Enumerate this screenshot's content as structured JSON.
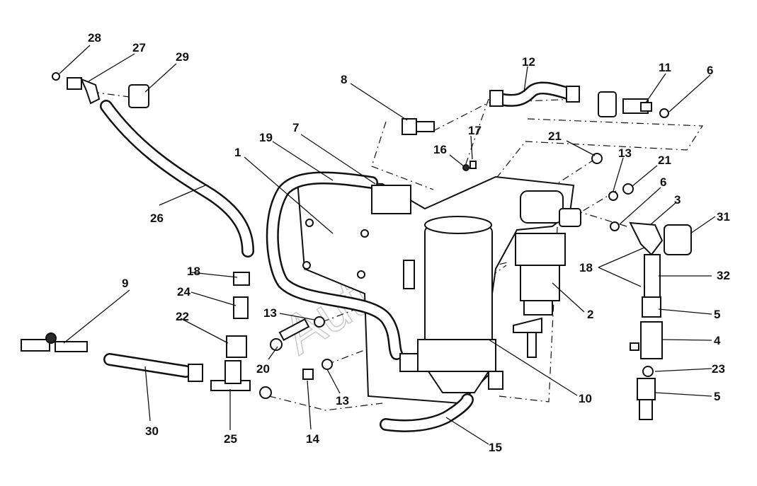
{
  "watermark": "AutoSoft",
  "callouts": {
    "c1": "1",
    "c2": "2",
    "c3": "3",
    "c4": "4",
    "c5a": "5",
    "c5b": "5",
    "c6a": "6",
    "c6b": "6",
    "c7": "7",
    "c8": "8",
    "c9": "9",
    "c10": "10",
    "c11": "11",
    "c12": "12",
    "c13a": "13",
    "c13b": "13",
    "c13c": "13",
    "c14": "14",
    "c15": "15",
    "c16": "16",
    "c17": "17",
    "c18a": "18",
    "c18b": "18",
    "c19": "19",
    "c20": "20",
    "c21a": "21",
    "c21b": "21",
    "c22": "22",
    "c23": "23",
    "c24": "24",
    "c25": "25",
    "c26": "26",
    "c27": "27",
    "c28": "28",
    "c29": "29",
    "c30": "30",
    "c31": "31",
    "c32": "32"
  }
}
